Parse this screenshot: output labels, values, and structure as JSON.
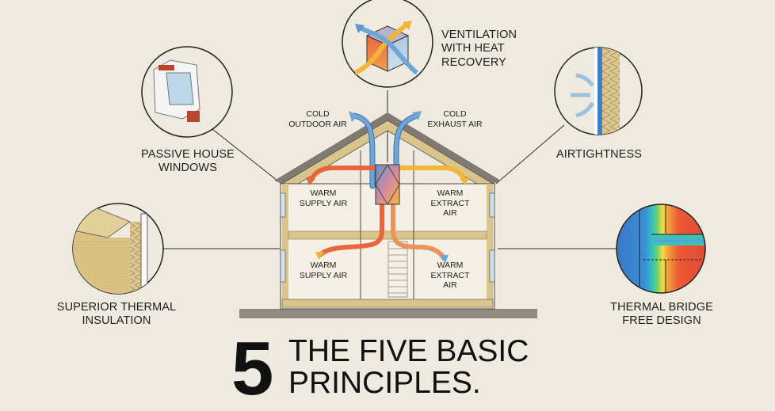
{
  "title": {
    "number": "5",
    "line1": "THE FIVE BASIC",
    "line2": "PRINCIPLES."
  },
  "principles": [
    {
      "id": "ventilation",
      "lines": [
        "VENTILATION",
        "WITH HEAT",
        "RECOVERY"
      ],
      "icon": "heat-recovery-cube-icon"
    },
    {
      "id": "windows",
      "lines": [
        "PASSIVE HOUSE",
        "WINDOWS"
      ],
      "icon": "window-frame-section-icon"
    },
    {
      "id": "airtightness",
      "lines": [
        "AIRTIGHTNESS"
      ],
      "icon": "airtight-wall-icon"
    },
    {
      "id": "insulation",
      "lines": [
        "SUPERIOR THERMAL",
        "INSULATION"
      ],
      "icon": "insulation-block-icon"
    },
    {
      "id": "thermal-bridge",
      "lines": [
        "THERMAL BRIDGE",
        "FREE DESIGN"
      ],
      "icon": "thermal-gradient-icon"
    }
  ],
  "house_labels": {
    "cold_outdoor": [
      "COLD",
      "OUTDOOR AIR"
    ],
    "cold_exhaust": [
      "COLD",
      "EXHAUST AIR"
    ],
    "upper_supply": [
      "WARM",
      "SUPPLY AIR"
    ],
    "upper_extract": [
      "WARM",
      "EXTRACT",
      "AIR"
    ],
    "lower_supply": [
      "WARM",
      "SUPPLY AIR"
    ],
    "lower_extract": [
      "WARM",
      "EXTRACT",
      "AIR"
    ]
  },
  "colors": {
    "background": "#efeadf",
    "insulation": "#d9c48c",
    "cold_air": "#6fa6d6",
    "warm_air": "#e8663a",
    "warm_yellow": "#f2b53a",
    "ground": "#8f8a82"
  }
}
